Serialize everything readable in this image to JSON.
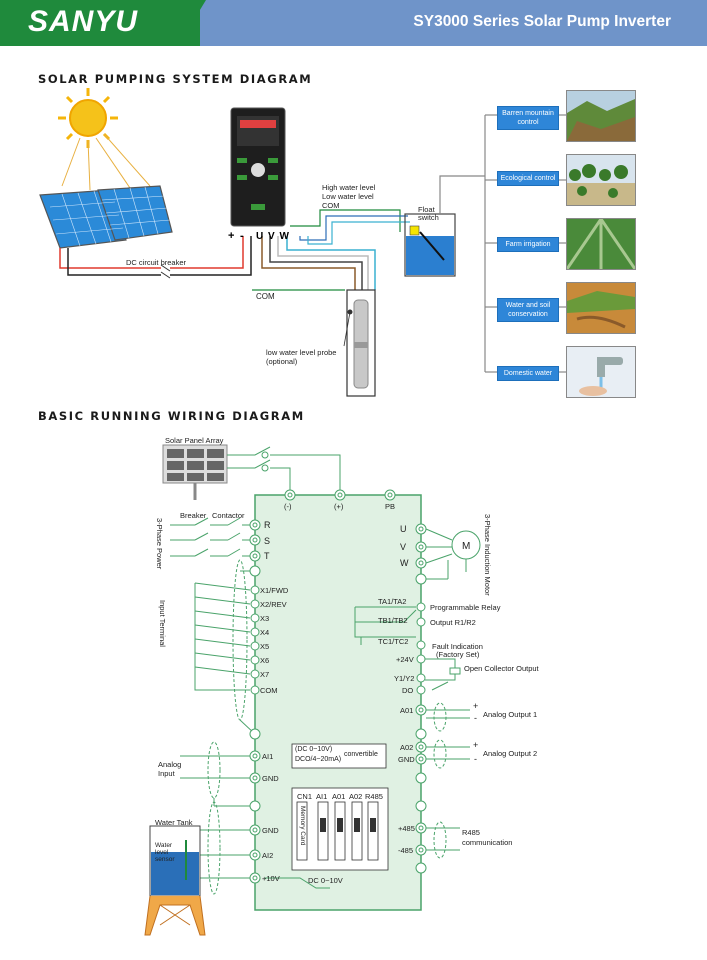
{
  "header": {
    "logo": "SANYU",
    "title": "SY3000 Series Solar Pump Inverter",
    "colors": {
      "green": "#1f8a3c",
      "blue": "#6f94c9"
    }
  },
  "solar_section": {
    "title": "SOLAR PUMPING SYSTEM DIAGRAM",
    "labels": {
      "plus": "+",
      "minus": "-",
      "uvw": "U V W",
      "high_water": "High water level",
      "low_water": "Low water level",
      "com_top": "COM",
      "float_switch": "Float switch",
      "dc_breaker": "DC circuit breaker",
      "com": "COM",
      "probe": "low water level probe (optional)"
    },
    "applications": [
      {
        "label": "Barren mountain control",
        "icon": "mountain-photo"
      },
      {
        "label": "Ecological control",
        "icon": "forest-photo"
      },
      {
        "label": "Farm irrigation",
        "icon": "irrigation-photo"
      },
      {
        "label": "Water and soil conservation",
        "icon": "soil-photo"
      },
      {
        "label": "Domestic water",
        "icon": "faucet-photo"
      }
    ]
  },
  "wiring_section": {
    "title": "BASIC RUNNING WIRING DIAGRAM",
    "solar_panel_array": "Solar Panel Array",
    "breaker": "Breaker",
    "contactor": "Contactor",
    "three_phase_power": "3-Phase Power",
    "input_terminal": "Input Terminal",
    "analog_input": "Analog Input",
    "water_tank": "Water Tank",
    "water_level_sensor": "Water level sensor",
    "dc_terminals": [
      "(-)",
      "(+)",
      "PB"
    ],
    "power_inputs": [
      "R",
      "S",
      "T"
    ],
    "digital_inputs": [
      "X1/FWD",
      "X2/REV",
      "X3",
      "X4",
      "X5",
      "X6",
      "X7",
      "COM"
    ],
    "ai1": "AI1",
    "gnd": "GND",
    "ai2": "AI2",
    "plus10v": "+10V",
    "ai1_range": "(DC 0~10V) DCO/4~20mA)",
    "ai1_range_line1": "(DC 0~10V)",
    "ai1_range_line2": "DCO/4~20mA)",
    "convertible": "convertible",
    "dc_0_10v": "DC 0~10V",
    "jumpers": [
      "CN1",
      "AI1",
      "A01",
      "A02",
      "R485"
    ],
    "memory_card": "Memory Card",
    "motor_terminals": [
      "U",
      "V",
      "W"
    ],
    "motor": "M",
    "induction_motor": "3-Phase Induction Motor",
    "relays": [
      "TA1/TA2",
      "TB1/TB2",
      "TC1/TC2"
    ],
    "programmable_relay": "Programmable Relay",
    "output_r1r2": "Output R1/R2",
    "fault_indication": "Fault Indication",
    "factory_set": "(Factory Set)",
    "plus24v": "+24V",
    "y1y2": "Y1/Y2",
    "do": "DO",
    "open_collector": "Open Collector Output",
    "a01": "A01",
    "a02": "A02",
    "gnd2": "GND",
    "analog_output1": "Analog Output 1",
    "analog_output2": "Analog Output 2",
    "plus485": "+485",
    "minus485": "-485",
    "r485": "R485",
    "communication": "communication",
    "plus_sign": "+",
    "minus_sign": "-"
  }
}
